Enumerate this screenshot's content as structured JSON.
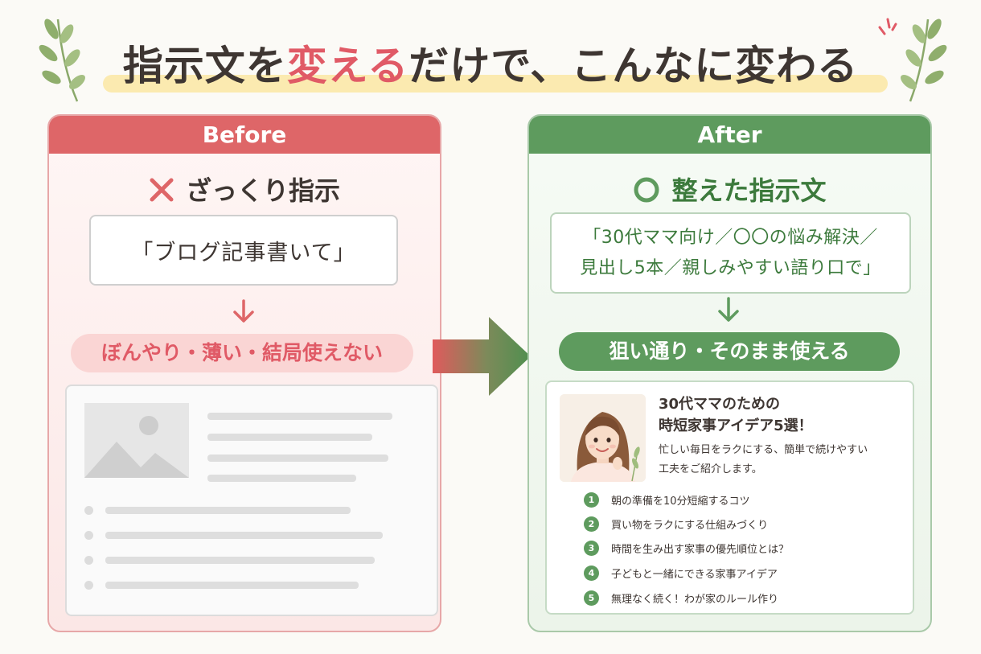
{
  "title": {
    "part1": "指示文を",
    "emphasis": "変える",
    "part2": "だけで、こんなに変わる"
  },
  "colors": {
    "before_accent": "#de6668",
    "after_accent": "#5e9b5e",
    "title_emphasis": "#e05a66",
    "highlight": "#fbeab0"
  },
  "before": {
    "header": "Before",
    "verdict_icon": "cross-icon",
    "verdict": "ざっくり指示",
    "prompt": "「ブログ記事書いて」",
    "arrow_icon": "arrow-down-icon",
    "result": "ぼんやり・薄い・結局使えない",
    "mock_icons": [
      "image-placeholder-icon"
    ]
  },
  "after": {
    "header": "After",
    "verdict_icon": "circle-icon",
    "verdict": "整えた指示文",
    "prompt_line1": "「30代ママ向け／〇〇の悩み解決／",
    "prompt_line2": "見出し5本／親しみやすい語り口で」",
    "arrow_icon": "arrow-down-icon",
    "result": "狙い通り・そのまま使える",
    "article": {
      "title_line1": "30代ママのための",
      "title_line2": "時短家事アイデア5選！",
      "desc_line1": "忙しい毎日をラクにする、簡単で続けやすい",
      "desc_line2": "工夫をご紹介します。",
      "items": [
        {
          "num": "1",
          "text": "朝の準備を10分短縮するコツ"
        },
        {
          "num": "2",
          "text": "買い物をラクにする仕組みづくり"
        },
        {
          "num": "3",
          "text": "時間を生み出す家事の優先順位とは？"
        },
        {
          "num": "4",
          "text": "子どもと一緒にできる家事アイデア"
        },
        {
          "num": "5",
          "text": "無理なく続く！わが家のルール作り"
        }
      ]
    }
  },
  "decor": {
    "left_icon": "leaf-branch-icon",
    "right_icon": "leaf-branch-icon",
    "sparkle_icon": "sparkle-icon",
    "center_icon": "arrow-right-icon"
  }
}
